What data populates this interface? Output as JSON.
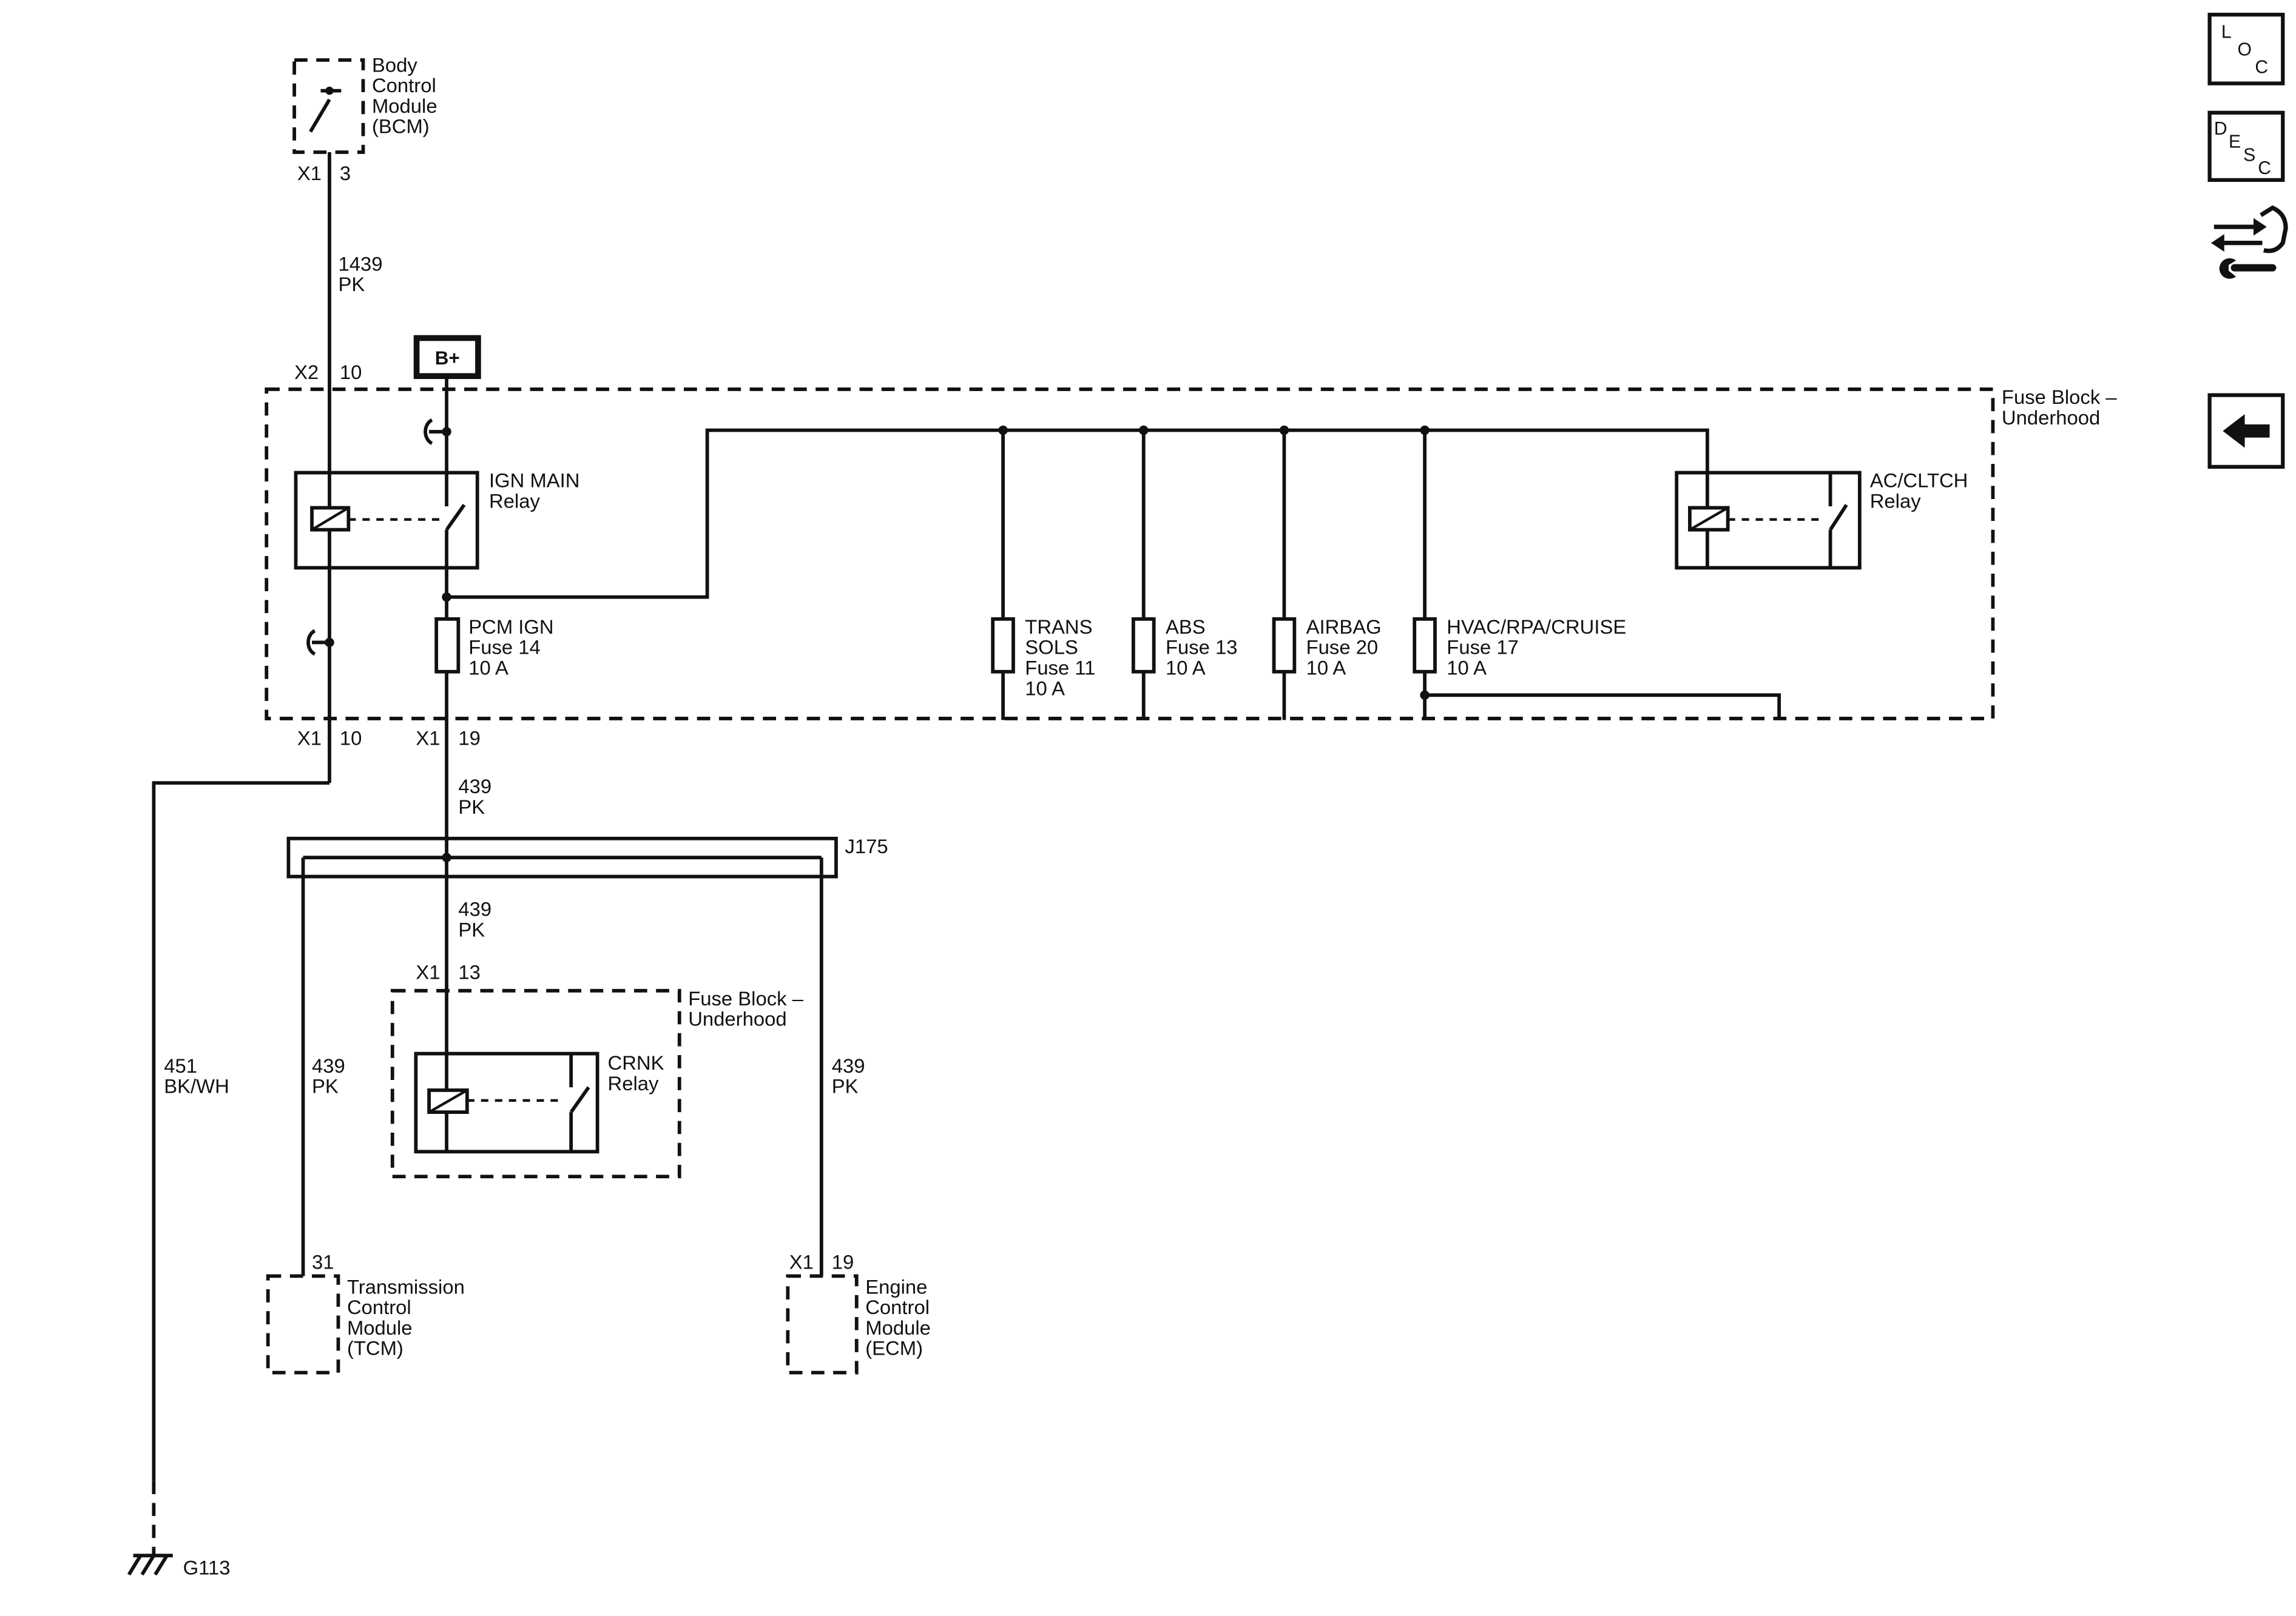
{
  "colors": {
    "line": "#111111",
    "background": "#ffffff"
  },
  "nav": {
    "loc_letters": [
      "L",
      "O",
      "C"
    ],
    "desc_letters": [
      "D",
      "E",
      "S",
      "C"
    ],
    "tools_icon": "connector-wrench-icon",
    "back_icon": "back-arrow-icon"
  },
  "bcm": {
    "name_lines": [
      "Body",
      "Control",
      "Module",
      "(BCM)"
    ],
    "connector": "X1",
    "pin": "3"
  },
  "wire_1439": {
    "circuit": "1439",
    "color_code": "PK"
  },
  "power_source": "B+",
  "fuse_block": {
    "label_lines": [
      "Fuse Block –",
      "Underhood"
    ],
    "input_connector": "X2",
    "input_pin": "10",
    "output_ground": {
      "connector": "X1",
      "pin": "10"
    },
    "output_pcm": {
      "connector": "X1",
      "pin": "19"
    }
  },
  "ign_main_relay": {
    "label_lines": [
      "IGN MAIN",
      "Relay"
    ]
  },
  "ac_cltch_relay": {
    "label_lines": [
      "AC/CLTCH",
      "Relay"
    ]
  },
  "fuses": {
    "pcm_ign": [
      "PCM IGN",
      "Fuse 14",
      "10 A"
    ],
    "trans_sols": [
      "TRANS",
      "SOLS",
      "Fuse 11",
      "10 A"
    ],
    "abs": [
      "ABS",
      "Fuse 13",
      "10 A"
    ],
    "airbag": [
      "AIRBAG",
      "Fuse 20",
      "10 A"
    ],
    "hvac": [
      "HVAC/RPA/CRUISE",
      "Fuse 17",
      "10 A"
    ]
  },
  "wire_439_fuse_to_splice": {
    "circuit": "439",
    "color_code": "PK"
  },
  "splice": "J175",
  "wire_439_splice_to_crnk": {
    "circuit": "439",
    "color_code": "PK"
  },
  "crnk_fuse_block": {
    "label_lines": [
      "Fuse Block –",
      "Underhood"
    ],
    "connector": "X1",
    "pin": "13"
  },
  "crnk_relay": {
    "label_lines": [
      "CRNK",
      "Relay"
    ]
  },
  "wire_439_to_tcm": {
    "circuit": "439",
    "color_code": "PK"
  },
  "wire_439_to_ecm": {
    "circuit": "439",
    "color_code": "PK"
  },
  "tcm": {
    "pin": "31",
    "name_lines": [
      "Transmission",
      "Control",
      "Module",
      "(TCM)"
    ]
  },
  "ecm": {
    "connector": "X1",
    "pin": "19",
    "name_lines": [
      "Engine",
      "Control",
      "Module",
      "(ECM)"
    ]
  },
  "wire_451": {
    "circuit": "451",
    "color_code": "BK/WH"
  },
  "ground": "G113"
}
